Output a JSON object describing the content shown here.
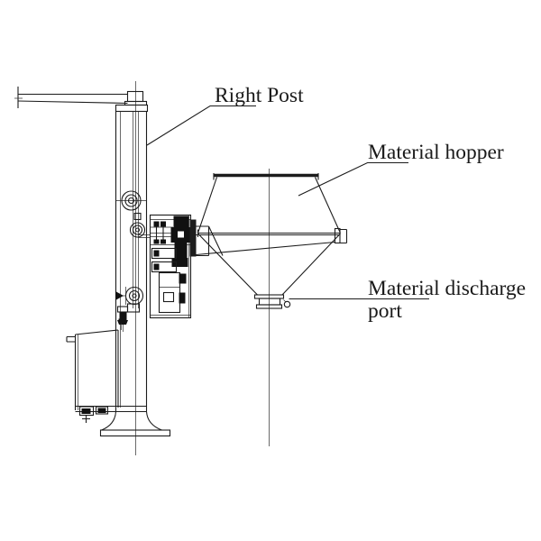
{
  "diagram": {
    "background_color": "#ffffff",
    "line_color": "#1c1c1c",
    "labels": {
      "right_post": "Right Post",
      "material_hopper": "Material hopper",
      "material_discharge_line1": "Material discharge",
      "material_discharge_line2": "port"
    }
  }
}
